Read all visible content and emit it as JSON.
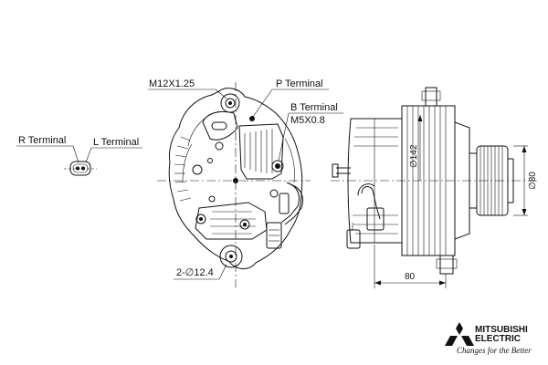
{
  "labels": {
    "r_terminal": "R Terminal",
    "l_terminal": "L Terminal",
    "m12": "M12X1.25",
    "p_terminal": "P Terminal",
    "b_terminal": "B Terminal",
    "m5": "M5X0.8",
    "holes": "2-∅12.4",
    "dia142": "∅142",
    "dia80": "∅80",
    "len80": "80"
  },
  "brand": {
    "name_line1": "MITSUBISHI",
    "name_line2": "ELECTRIC",
    "tagline": "Changes for the Better",
    "logo_icon": "three-diamonds-icon"
  }
}
